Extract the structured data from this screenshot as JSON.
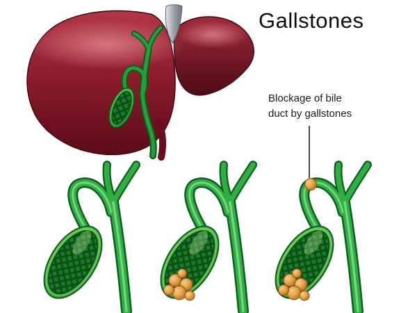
{
  "title": "Gallstones",
  "annotation": {
    "line1": "Blockage of bile",
    "line2": "duct by gallstones"
  },
  "figures": {
    "liver": {
      "name": "liver-with-gallbladder"
    },
    "stages": [
      {
        "name": "gallbladder-normal",
        "stones_in_sac": false,
        "stone_in_duct": false
      },
      {
        "name": "gallbladder-with-gallstones",
        "stones_in_sac": true,
        "stone_in_duct": false
      },
      {
        "name": "gallbladder-with-bile-duct-blockage",
        "stones_in_sac": true,
        "stone_in_duct": true
      }
    ]
  },
  "colors": {
    "background": "#ffffff",
    "liver_red": "#8d1c2c",
    "gallbladder_green": "#2a9c3d",
    "gallstone_orange": "#dd9440",
    "ligament_gray": "#9aa0a7",
    "text": "#111111"
  }
}
